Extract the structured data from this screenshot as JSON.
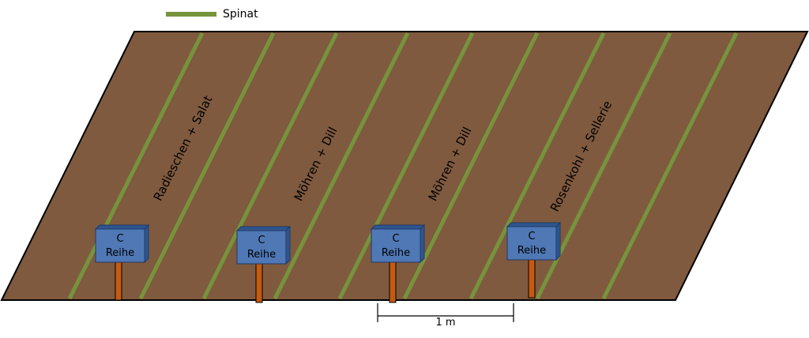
{
  "legend": {
    "swatch_color": "#77933c",
    "label": "Spinat"
  },
  "colors": {
    "soil": "#7f5a3f",
    "row_line": "#77933c",
    "sign_face": "#4f78b5",
    "sign_side": "#2f558f",
    "post": "#c55a11"
  },
  "rows": [
    {
      "label": "Radieschen + Salat"
    },
    {
      "label": "Möhren + Dill"
    },
    {
      "label": "Möhren + Dill"
    },
    {
      "label": "Rosenkohl + Sellerie"
    }
  ],
  "signs": [
    {
      "line1": "C",
      "line2": "Reihe"
    },
    {
      "line1": "C",
      "line2": "Reihe"
    },
    {
      "line1": "C",
      "line2": "Reihe"
    },
    {
      "line1": "C",
      "line2": "Reihe"
    }
  ],
  "scale": {
    "label": "1 m"
  }
}
